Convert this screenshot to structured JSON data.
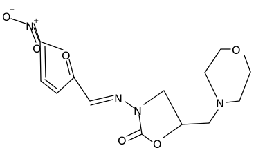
{
  "atoms": {
    "nitro_o_minus": {
      "symbol": "O",
      "charge": "−"
    },
    "nitro_n": {
      "symbol": "N",
      "charge": "+"
    },
    "nitro_o_double": {
      "symbol": "O"
    },
    "furan_o": {
      "symbol": "O"
    },
    "imine_n": {
      "symbol": "N"
    },
    "ring_n": {
      "symbol": "N"
    },
    "carbonyl_o": {
      "symbol": "O"
    },
    "ring_o": {
      "symbol": "O"
    },
    "morpholine_o": {
      "symbol": "O"
    },
    "morpholine_n": {
      "symbol": "N"
    }
  },
  "colors": {
    "bond": "#000000",
    "background": "#ffffff"
  }
}
